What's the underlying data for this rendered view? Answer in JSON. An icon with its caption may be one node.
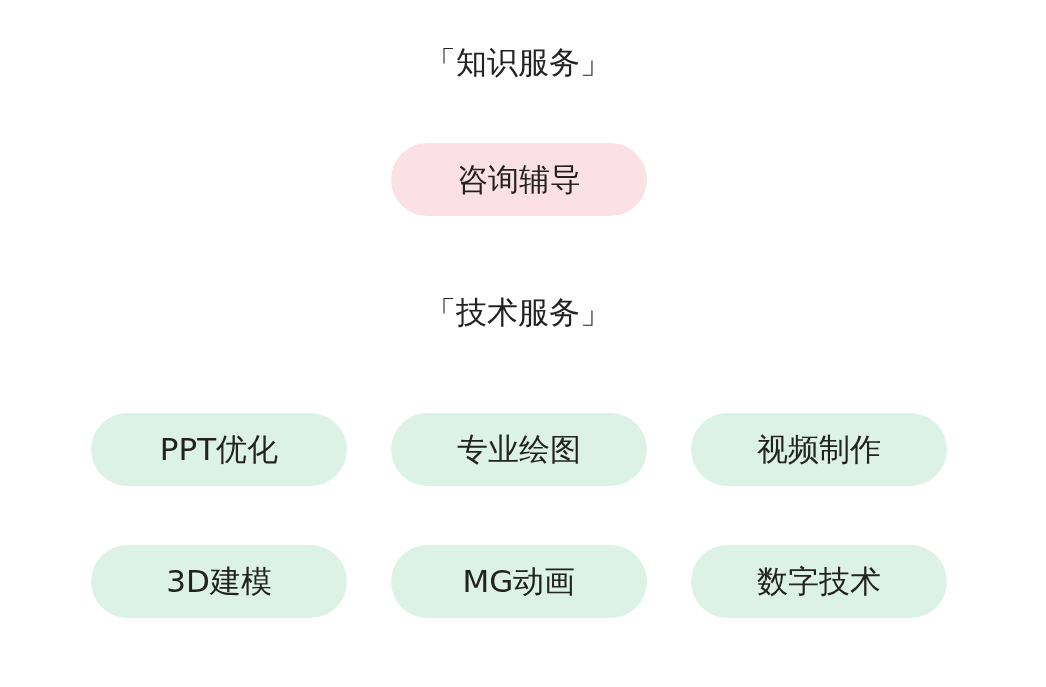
{
  "diagram": {
    "nodes": [
      {
        "text": [
          "咨询辅导"
        ]
      },
      {
        "text": [
          "PPT优化"
        ]
      },
      {
        "text": [
          "专业绘图"
        ]
      },
      {
        "text": [
          "视频制作"
        ]
      },
      {
        "text": [
          "3D建模"
        ]
      },
      {
        "text": [
          "MG动画"
        ]
      },
      {
        "text": [
          "数字技术"
        ]
      }
    ],
    "labels": [
      "「知识服务」",
      "「技术服务」"
    ]
  }
}
